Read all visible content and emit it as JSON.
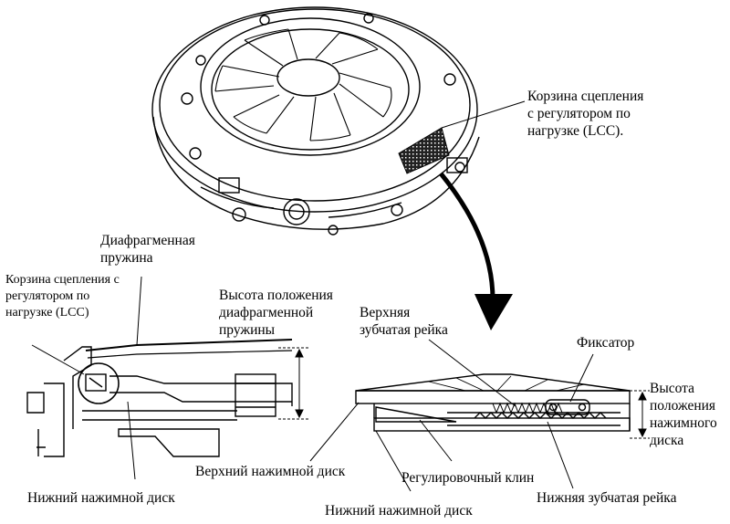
{
  "labels": {
    "lcc_top": [
      "Корзина сцепления",
      "с регулятором по",
      "нагрузке (LCC)."
    ],
    "diaphragm_spring": [
      "Диафрагменная",
      "пружина"
    ],
    "lcc_left": [
      "Корзина сцепления с",
      "регулятором по",
      "нагрузке (LCC)"
    ],
    "spring_height": [
      "Высота положения",
      "диафрагменной",
      "пружины"
    ],
    "upper_rack": [
      "Верхняя",
      "зубчатая рейка"
    ],
    "retainer": "Фиксатор",
    "plate_height": [
      "Высота",
      "положения",
      "нажимного",
      "диска"
    ],
    "upper_plate": "Верхний нажимной диск",
    "adjust_wedge": "Регулировочный клин",
    "lower_plate_left": "Нижний нажимной диск",
    "lower_plate_bottom": "Нижний нажимной диск",
    "lower_rack": "Нижняя зубчатая рейка"
  }
}
